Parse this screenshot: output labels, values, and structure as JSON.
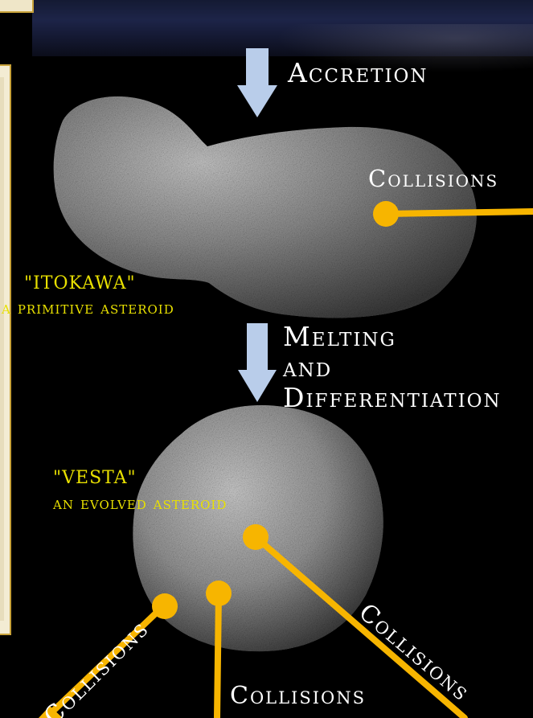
{
  "labels": {
    "accretion": "Accretion",
    "collisions_itokawa": "Collisions",
    "itokawa_name": "\"ITOKAWA\"",
    "itokawa_desc": "a primitive asteroid",
    "melting": "Melting",
    "and": "and",
    "differentiation": "Differentiation",
    "vesta_name": "\"VESTA\"",
    "vesta_desc": "an evolved asteroid",
    "collisions_left": "Collisions",
    "collisions_middle": "Collisions",
    "collisions_right": "Collisions"
  },
  "colors": {
    "arrow": "#b9cdea",
    "collision_lines": "#f7b500",
    "label_text": "#ffffff",
    "caption_text": "#e8e000",
    "panel_border": "#c8a23a",
    "panel_fill": "#f3ecd3"
  }
}
